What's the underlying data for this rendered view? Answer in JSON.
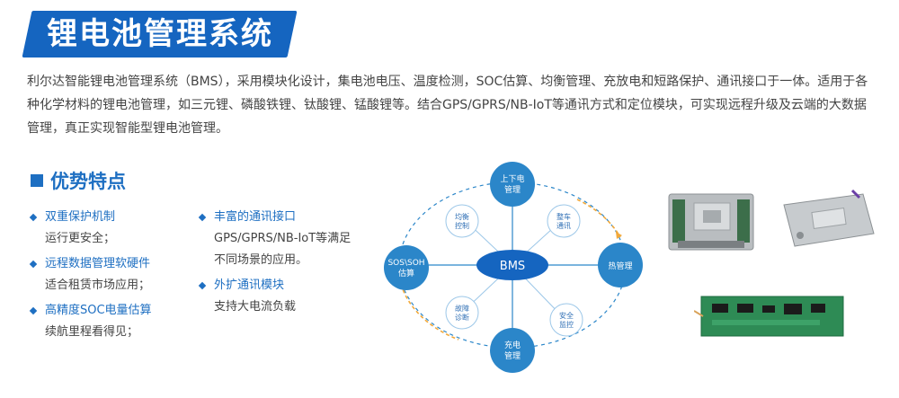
{
  "title": "锂电池管理系统",
  "intro": "利尔达智能锂电池管理系统（BMS），采用模块化设计，集电池电压、温度检测，SOC估算、均衡管理、充放电和短路保护、通讯接口于一体。适用于各种化学材料的锂电池管理，如三元锂、磷酸铁锂、钛酸锂、锰酸锂等。结合GPS/GPRS/NB-IoT等通讯方式和定位模块，可实现远程升级及云端的大数据管理，真正实现智能型锂电池管理。",
  "advantages": {
    "heading": "优势特点",
    "left": [
      {
        "title": "双重保护机制",
        "desc": "运行更安全；"
      },
      {
        "title": "远程数据管理软硬件",
        "desc": "适合租赁市场应用；"
      },
      {
        "title": "高精度SOC电量估算",
        "desc": "续航里程看得见；"
      }
    ],
    "right": [
      {
        "title": "丰富的通讯接口",
        "desc1": "GPS/GPRS/NB-IoT等满足",
        "desc2": "不同场景的应用。"
      },
      {
        "title": "外扩通讯模块",
        "desc1": "支持大电流负载"
      }
    ]
  },
  "diagram": {
    "center": "BMS",
    "top": [
      "上下电",
      "管理"
    ],
    "right": "热管理",
    "bottom": [
      "充电",
      "管理"
    ],
    "left": [
      "SOS\\SOH",
      "估算"
    ],
    "upper_left": [
      "均衡",
      "控制"
    ],
    "upper_right": [
      "整车",
      "通讯"
    ],
    "lower_left": [
      "故障",
      "诊断"
    ],
    "lower_right": [
      "安全",
      "监控"
    ]
  },
  "colors": {
    "primary": "#1565c0",
    "accent": "#1e6fc2",
    "node": "#2b86c9",
    "arc": "#f2a93b"
  }
}
